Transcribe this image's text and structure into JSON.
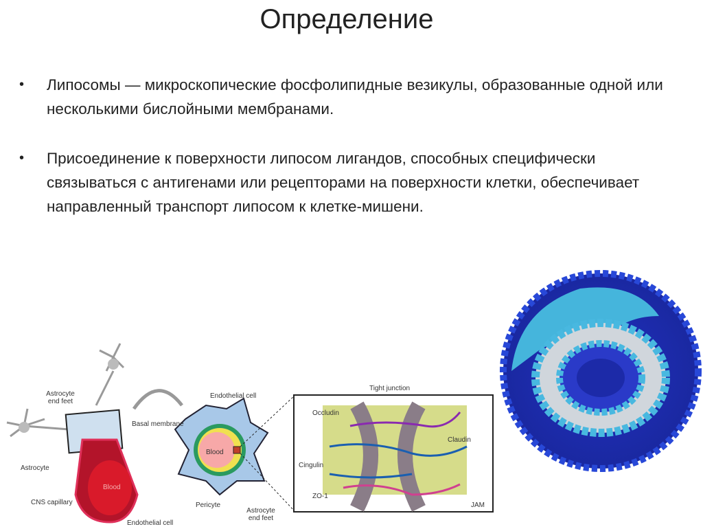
{
  "slide": {
    "title": "Определение",
    "bullets": [
      {
        "text": "Липосомы — микроскопические фосфолипидные везикулы, образованные одной или несколькими бислойными мембранами."
      },
      {
        "text": "Присоединение к поверхности липосом лигандов, способных специфически связываться с антигенами или рецепторами на поверхности клетки, обеспечивает направленный транспорт липосом к клетке-мишени."
      }
    ],
    "bullet_glyph": "•"
  },
  "figure_bbb": {
    "labels": {
      "astrocyte_end_feet_1": "Astrocyte end feet",
      "astrocyte": "Astrocyte",
      "cns_capillary": "CNS capillary",
      "blood_1": "Blood",
      "endothelial_cell_1": "Endothelial cell",
      "basal_membrane": "Basal membrane",
      "endothelial_cell_2": "Endothelial cell",
      "blood_2": "Blood",
      "pericyte": "Pericyte",
      "astrocyte_end_feet_2": "Astrocyte end feet",
      "tight_junction": "Tight junction",
      "occludin": "Occludin",
      "claudin": "Claudin",
      "cingulin": "Cingulin",
      "zo1": "ZO-1",
      "jam": "JAM"
    }
  },
  "figure_liposome": {
    "colors": {
      "outer": "#1f2fb8",
      "inner": "#3fb0d8",
      "tails": "#c8d0d8"
    }
  }
}
